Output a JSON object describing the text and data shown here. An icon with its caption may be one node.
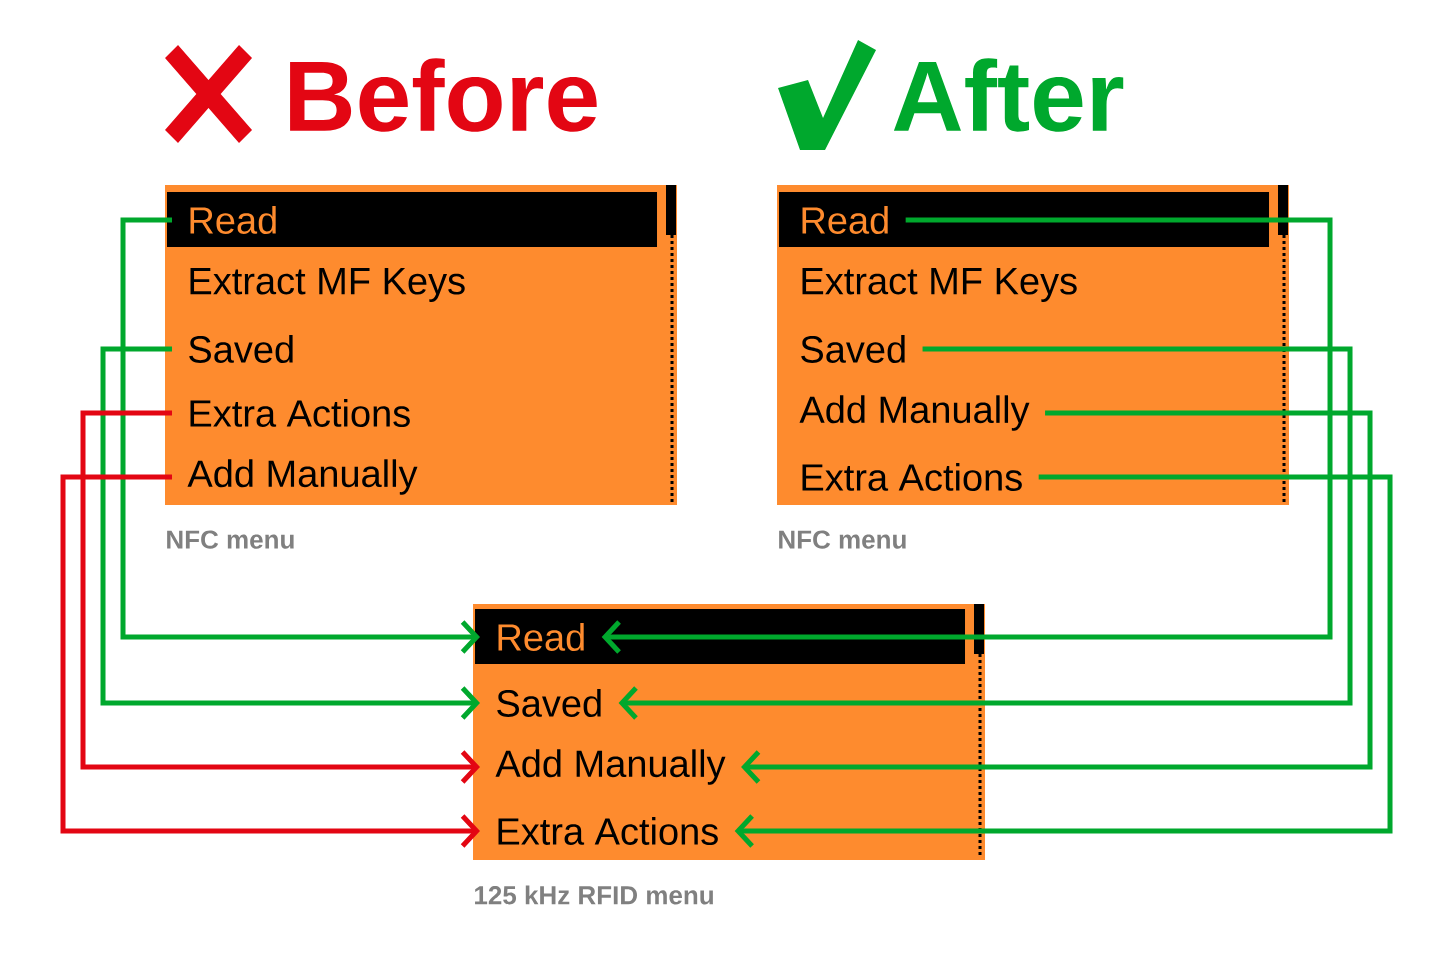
{
  "diagram": {
    "nodes": [
      {
        "text": [],
        "shape": "box",
        "beside": [
          "NFC menu"
        ]
      },
      {
        "text": [
          "Read"
        ],
        "in": 0
      },
      {
        "text": [
          "Extract MF Keys"
        ],
        "in": 0
      },
      {
        "text": [
          "Saved"
        ],
        "in": 0
      },
      {
        "text": [
          "Extra Actions"
        ],
        "in": 0
      },
      {
        "text": [
          "Add Manually"
        ],
        "in": 0
      },
      {
        "text": [],
        "shape": "box",
        "beside": [
          "NFC menu"
        ]
      },
      {
        "text": [
          "Read"
        ],
        "in": 6
      },
      {
        "text": [
          "Extract MF Keys"
        ],
        "in": 6
      },
      {
        "text": [
          "Saved"
        ],
        "in": 6
      },
      {
        "text": [
          "Add Manually"
        ],
        "in": 6
      },
      {
        "text": [
          "Extra Actions"
        ],
        "in": 6
      },
      {
        "text": [],
        "shape": "box",
        "beside": [
          "125 kHz RFID menu"
        ]
      },
      {
        "text": [
          "Read"
        ],
        "in": 12
      },
      {
        "text": [
          "Saved"
        ],
        "in": 12
      },
      {
        "text": [
          "Add Manually"
        ],
        "in": 12
      },
      {
        "text": [
          "Extra Actions"
        ],
        "in": 12
      }
    ],
    "edges": [
      {
        "from": 1,
        "to": 13,
        "arrow": "to"
      },
      {
        "from": 3,
        "to": 14,
        "arrow": "to"
      },
      {
        "from": 4,
        "to": 15,
        "arrow": "to",
        "color": "#e30613"
      },
      {
        "from": 5,
        "to": 16,
        "arrow": "to",
        "color": "#e30613"
      },
      {
        "from": 7,
        "to": 13,
        "arrow": "to"
      },
      {
        "from": 9,
        "to": 14,
        "arrow": "to"
      },
      {
        "from": 10,
        "to": 15,
        "arrow": "to"
      },
      {
        "from": 11,
        "to": 16,
        "arrow": "to"
      }
    ],
    "labels": [
      "Before",
      "After"
    ]
  }
}
